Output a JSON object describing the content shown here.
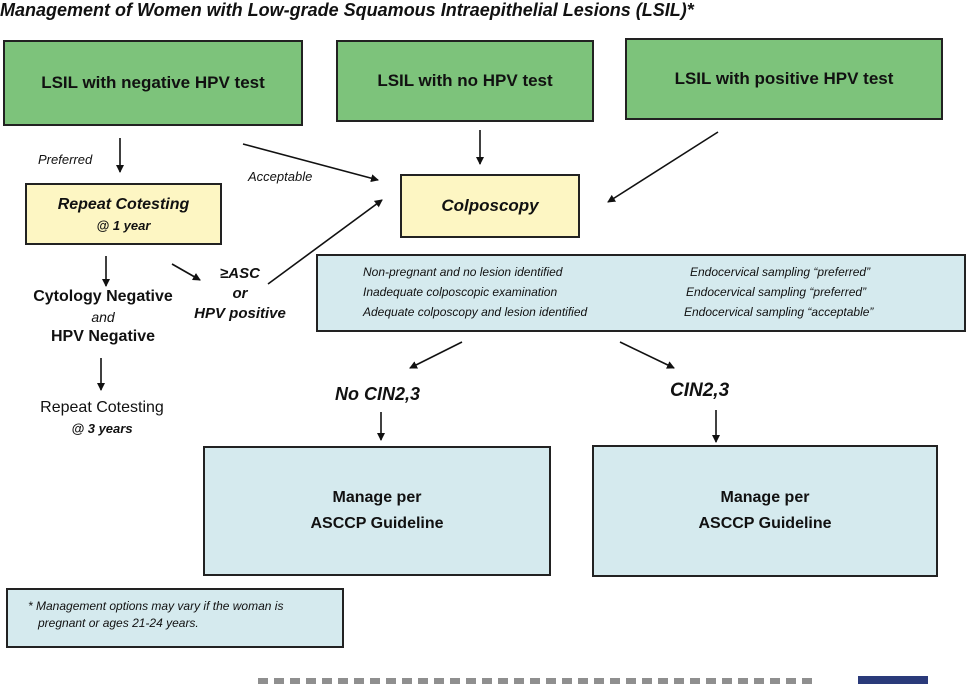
{
  "title": "Management of Women with Low-grade Squamous Intraepithelial Lesions (LSIL)*",
  "boxes": {
    "lsil_neg": "LSIL with negative HPV test",
    "lsil_none": "LSIL with no HPV test",
    "lsil_pos": "LSIL with positive HPV test",
    "repeat_cotesting": "Repeat Cotesting",
    "repeat_interval": "@ 1 year",
    "colposcopy": "Colposcopy",
    "manage_left_1": "Manage per",
    "manage_left_2": "ASCCP Guideline",
    "manage_right_1": "Manage per",
    "manage_right_2": "ASCCP Guideline"
  },
  "labels": {
    "preferred": "Preferred",
    "acceptable": "Acceptable",
    "asc_1": "≥ASC",
    "asc_2": "or",
    "asc_3": "HPV positive",
    "cyto_neg": "Cytology Negative",
    "and": "and",
    "hpv_neg": "HPV Negative",
    "repeat_3": "Repeat Cotesting",
    "repeat_3_interval": "@ 3 years",
    "no_cin": "No CIN2,3",
    "cin": "CIN2,3"
  },
  "endocervical": [
    {
      "condition": "Non-pregnant and no lesion identified",
      "action": "Endocervical sampling “preferred”"
    },
    {
      "condition": "Inadequate colposcopic examination",
      "action": "Endocervical sampling “preferred”"
    },
    {
      "condition": "Adequate colposcopy and lesion identified",
      "action": "Endocervical sampling “acceptable”"
    }
  ],
  "footnote": {
    "line1": "* Management options may vary if the woman is",
    "line2": "pregnant or ages 21-24 years."
  }
}
